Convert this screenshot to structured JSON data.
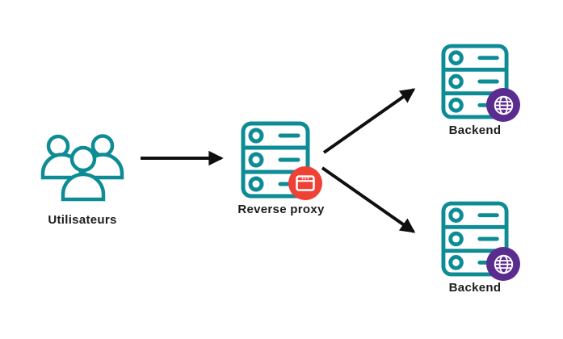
{
  "colors": {
    "teal": "#0E8C95",
    "red": "#EF4136",
    "purple": "#5B2C90",
    "arrow": "#0f0f0f",
    "text": "#1d1d1b",
    "bg": "#ffffff"
  },
  "nodes": {
    "users": {
      "label": "Utilisateurs",
      "icon": "users-group-icon"
    },
    "proxy": {
      "label": "Reverse proxy",
      "icon": "server-icon",
      "badge": "browser-window-icon",
      "badge_color": "#EF4136"
    },
    "backend_top": {
      "label": "Backend",
      "icon": "server-icon",
      "badge": "globe-icon",
      "badge_color": "#5B2C90"
    },
    "backend_bottom": {
      "label": "Backend",
      "icon": "server-icon",
      "badge": "globe-icon",
      "badge_color": "#5B2C90"
    }
  },
  "edges": [
    {
      "from": "users",
      "to": "proxy"
    },
    {
      "from": "proxy",
      "to": "backend_top"
    },
    {
      "from": "proxy",
      "to": "backend_bottom"
    }
  ]
}
